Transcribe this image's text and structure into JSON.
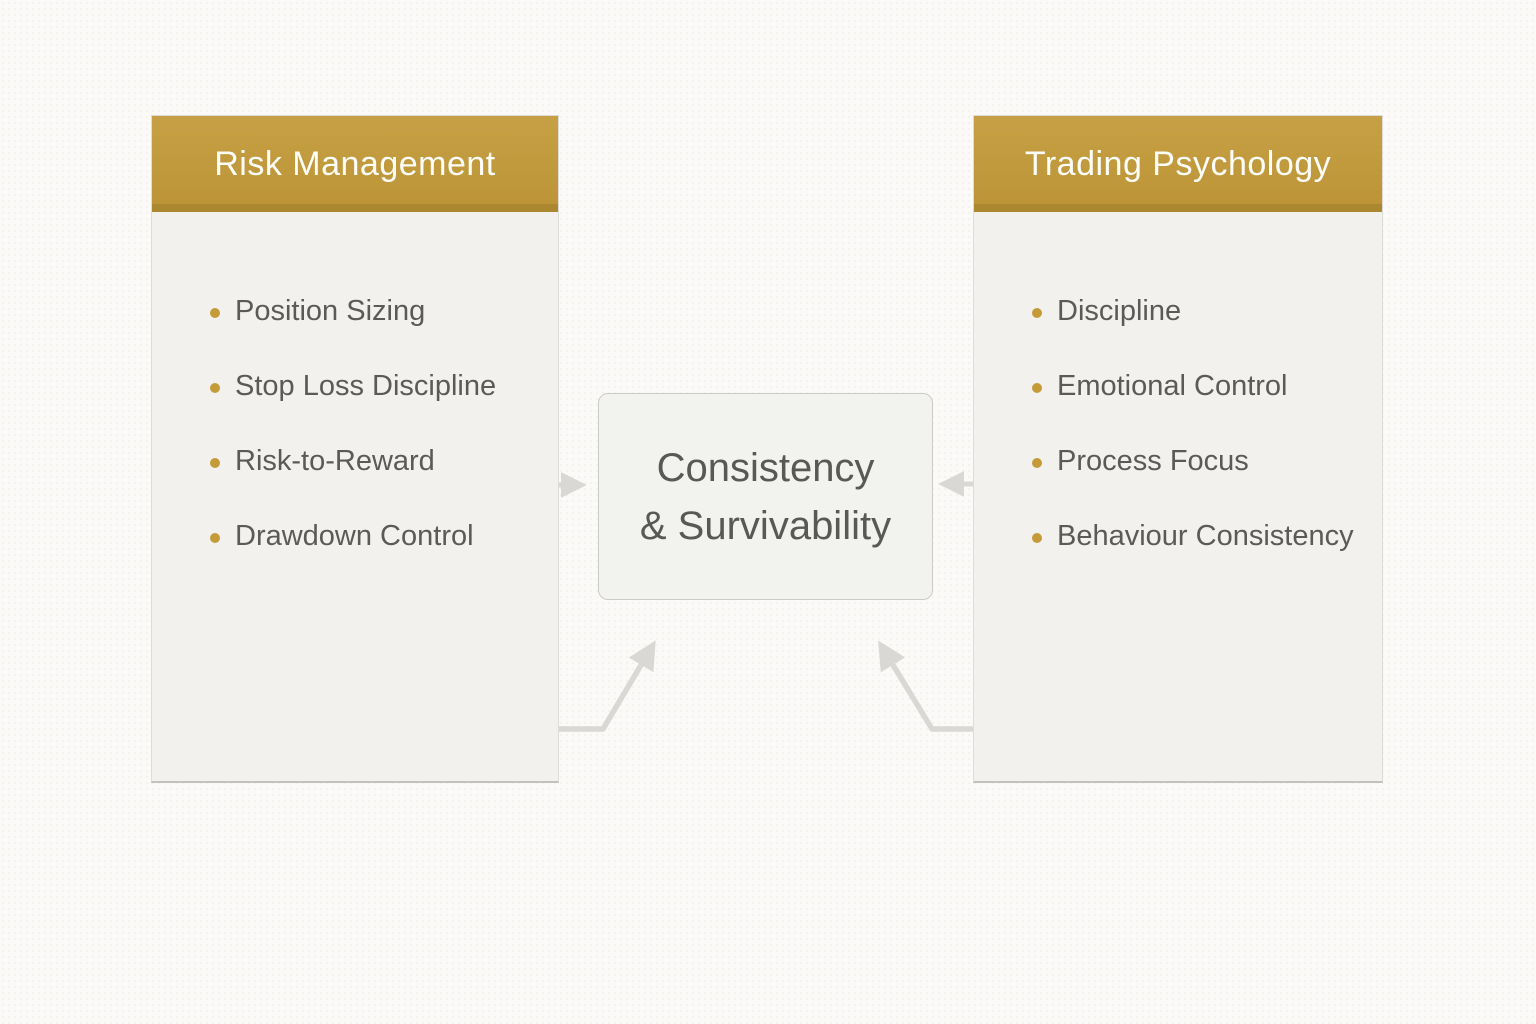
{
  "left_panel": {
    "title": "Risk Management",
    "items": [
      "Position Sizing",
      "Stop Loss Discipline",
      "Risk-to-Reward",
      "Drawdown Control"
    ]
  },
  "right_panel": {
    "title": "Trading Psychology",
    "items": [
      "Discipline",
      "Emotional Control",
      "Process Focus",
      "Behaviour Consistency"
    ]
  },
  "center_box": {
    "line1": "Consistency",
    "line2": "& Survivability"
  },
  "icons": {
    "bullet": "bullet-dot-icon",
    "arrows": [
      "arrow-right-icon",
      "arrow-left-icon",
      "arrow-up-right-icon",
      "arrow-up-left-icon"
    ]
  },
  "colors": {
    "header_gold": "#c29a40",
    "header_gold_dark": "#ab8830",
    "header_text": "#fdfdfa",
    "panel_body": "#f2f1ee",
    "panel_border": "#dedcd8",
    "bullet_dot": "#c49b38",
    "body_text": "#5a5a58",
    "center_box_fill": "#f2f2ef",
    "center_box_border": "#cbcbc8",
    "center_text": "#585856",
    "arrow": "#d9d8d4",
    "background": "#fbfaf8"
  }
}
